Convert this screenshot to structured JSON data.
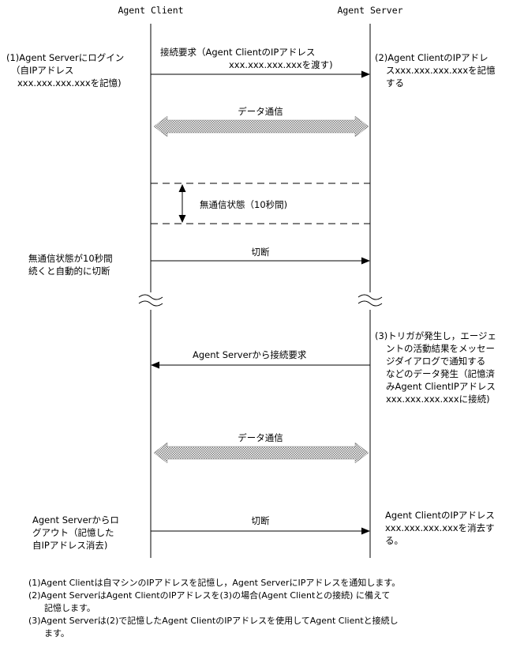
{
  "participants": {
    "client": "Agent Client",
    "server": "Agent Server"
  },
  "step1": {
    "left_lines": [
      "(1)Agent Serverにログイン",
      "（自IPアドレス",
      "xxx.xxx.xxx.xxxを記憶)"
    ],
    "arrow_lines": [
      "接続要求（Agent ClientのIPアドレス",
      "xxx.xxx.xxx.xxxを渡す)"
    ],
    "right_lines": [
      "(2)Agent ClientのIPアドレ",
      "スxxx.xxx.xxx.xxxを記憶",
      "する"
    ]
  },
  "data_comm_1": "データ通信",
  "idle_label": "無通信状態（10秒間)",
  "disconnect_1": {
    "left_lines": [
      "無通信状態が10秒間",
      "続くと自動的に切断"
    ],
    "arrow_label": "切断"
  },
  "step3": {
    "right_lines": [
      "(3)トリガが発生し，エージェ",
      "ントの活動結果をメッセー",
      "ジダイアログで通知する",
      "などのデータ発生（記憶済",
      "みAgent ClientIPアドレス",
      "xxx.xxx.xxx.xxxに接続)"
    ],
    "arrow_label": "Agent Serverから接続要求"
  },
  "data_comm_2": "データ通信",
  "logout": {
    "left_lines": [
      "Agent Serverからロ",
      "グアウト（記憶した",
      "自IPアドレス消去)"
    ],
    "arrow_label": "切断",
    "right_lines": [
      "Agent ClientのIPアドレス",
      "xxx.xxx.xxx.xxxを消去す",
      "る。"
    ]
  },
  "notes": [
    "(1)Agent Clientは自マシンのIPアドレスを記憶し，Agent ServerにIPアドレスを通知します。",
    "(2)Agent ServerはAgent ClientのIPアドレスを(3)の場合(Agent Clientとの接続) に備えて",
    "記憶します。",
    "(3)Agent Serverは(2)で記憶したAgent ClientのIPアドレスを使用してAgent Clientと接続し",
    "ます。"
  ]
}
